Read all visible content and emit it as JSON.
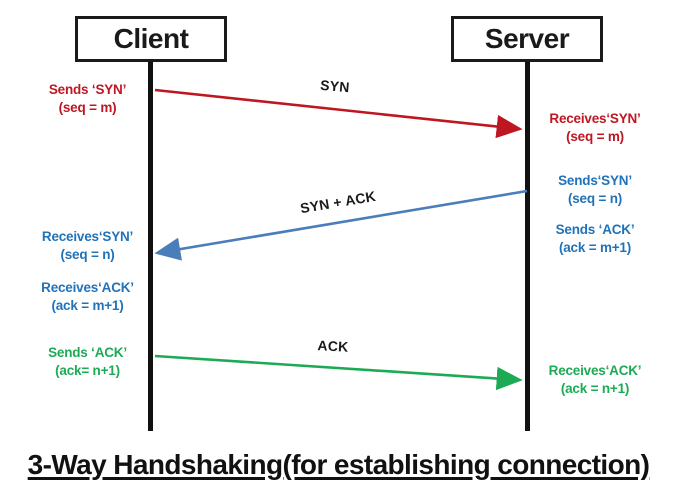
{
  "title": "3-Way Handshaking(for establishing connection)",
  "actors": [
    {
      "name": "Client"
    },
    {
      "name": "Server"
    }
  ],
  "colors": {
    "red": "#bf1722",
    "blue_arrow": "#4a7ebb",
    "blue_text": "#2173b9",
    "green": "#1cab54",
    "black": "#1a1a1a"
  },
  "arrow_labels": [
    {
      "label": "SYN"
    },
    {
      "label": "SYN + ACK"
    },
    {
      "label": "ACK"
    }
  ],
  "notes": [
    {
      "side": "left",
      "color": "red",
      "line1": "Sends ‘SYN’",
      "line2": "(seq = m)"
    },
    {
      "side": "right",
      "color": "red",
      "line1": "Receives‘SYN’",
      "line2": "(seq = m)"
    },
    {
      "side": "right",
      "color": "blue",
      "line1": "Sends‘SYN’",
      "line2": "(seq = n)"
    },
    {
      "side": "left",
      "color": "blue",
      "line1": "Receives‘SYN’",
      "line2": "(seq = n)"
    },
    {
      "side": "right",
      "color": "blue",
      "line1": "Sends ‘ACK’",
      "line2": "(ack = m+1)"
    },
    {
      "side": "left",
      "color": "blue",
      "line1": "Receives‘ACK’",
      "line2": "(ack = m+1)"
    },
    {
      "side": "left",
      "color": "green",
      "line1": "Sends ‘ACK’",
      "line2": "(ack= n+1)"
    },
    {
      "side": "right",
      "color": "green",
      "line1": "Receives‘ACK’",
      "line2": "(ack = n+1)"
    }
  ]
}
